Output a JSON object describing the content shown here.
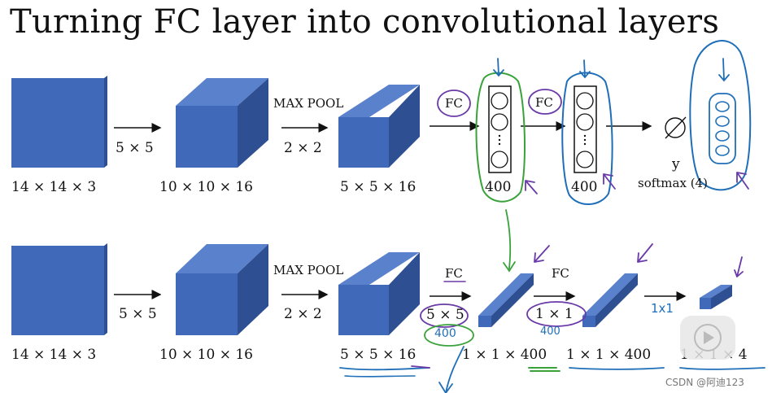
{
  "title": "Turning FC layer into convolutional layers",
  "row1": {
    "dims": [
      "14 × 14 × 3",
      "10 × 10 × 16",
      "5 × 5 × 16"
    ],
    "arrow1_label": "5 × 5",
    "maxpool_label": "MAX POOL",
    "arrow2_label": "2 × 2",
    "fc1_label": "FC",
    "fc2_label": "FC",
    "fc1_units": "400",
    "fc2_units": "400",
    "output_symbol": "y",
    "output_label": "softmax (4)"
  },
  "row2": {
    "dims": [
      "14 × 14 × 3",
      "10 × 10 × 16",
      "5 × 5 × 16",
      "1 × 1 × 400",
      "1 × 1 × 400",
      "1 × 1 × 4"
    ],
    "arrow1_label": "5 × 5",
    "maxpool_label": "MAX POOL",
    "arrow2_label": "2 × 2",
    "fc1_label": "FC",
    "fc2_label": "FC",
    "conv1_label": "5 × 5",
    "conv2_label": "1 × 1",
    "handwritten_400a": "400",
    "handwritten_400b": "400",
    "handwritten_1x1": "1x1"
  },
  "watermark": "CSDN @阿迪123",
  "colors": {
    "cube_front": "#4169b9",
    "cube_top": "#5a82cc",
    "cube_side": "#2f4f93",
    "pen_green": "#3aa23a",
    "pen_blue": "#1f6fb8",
    "pen_purple": "#6a3aa8"
  }
}
